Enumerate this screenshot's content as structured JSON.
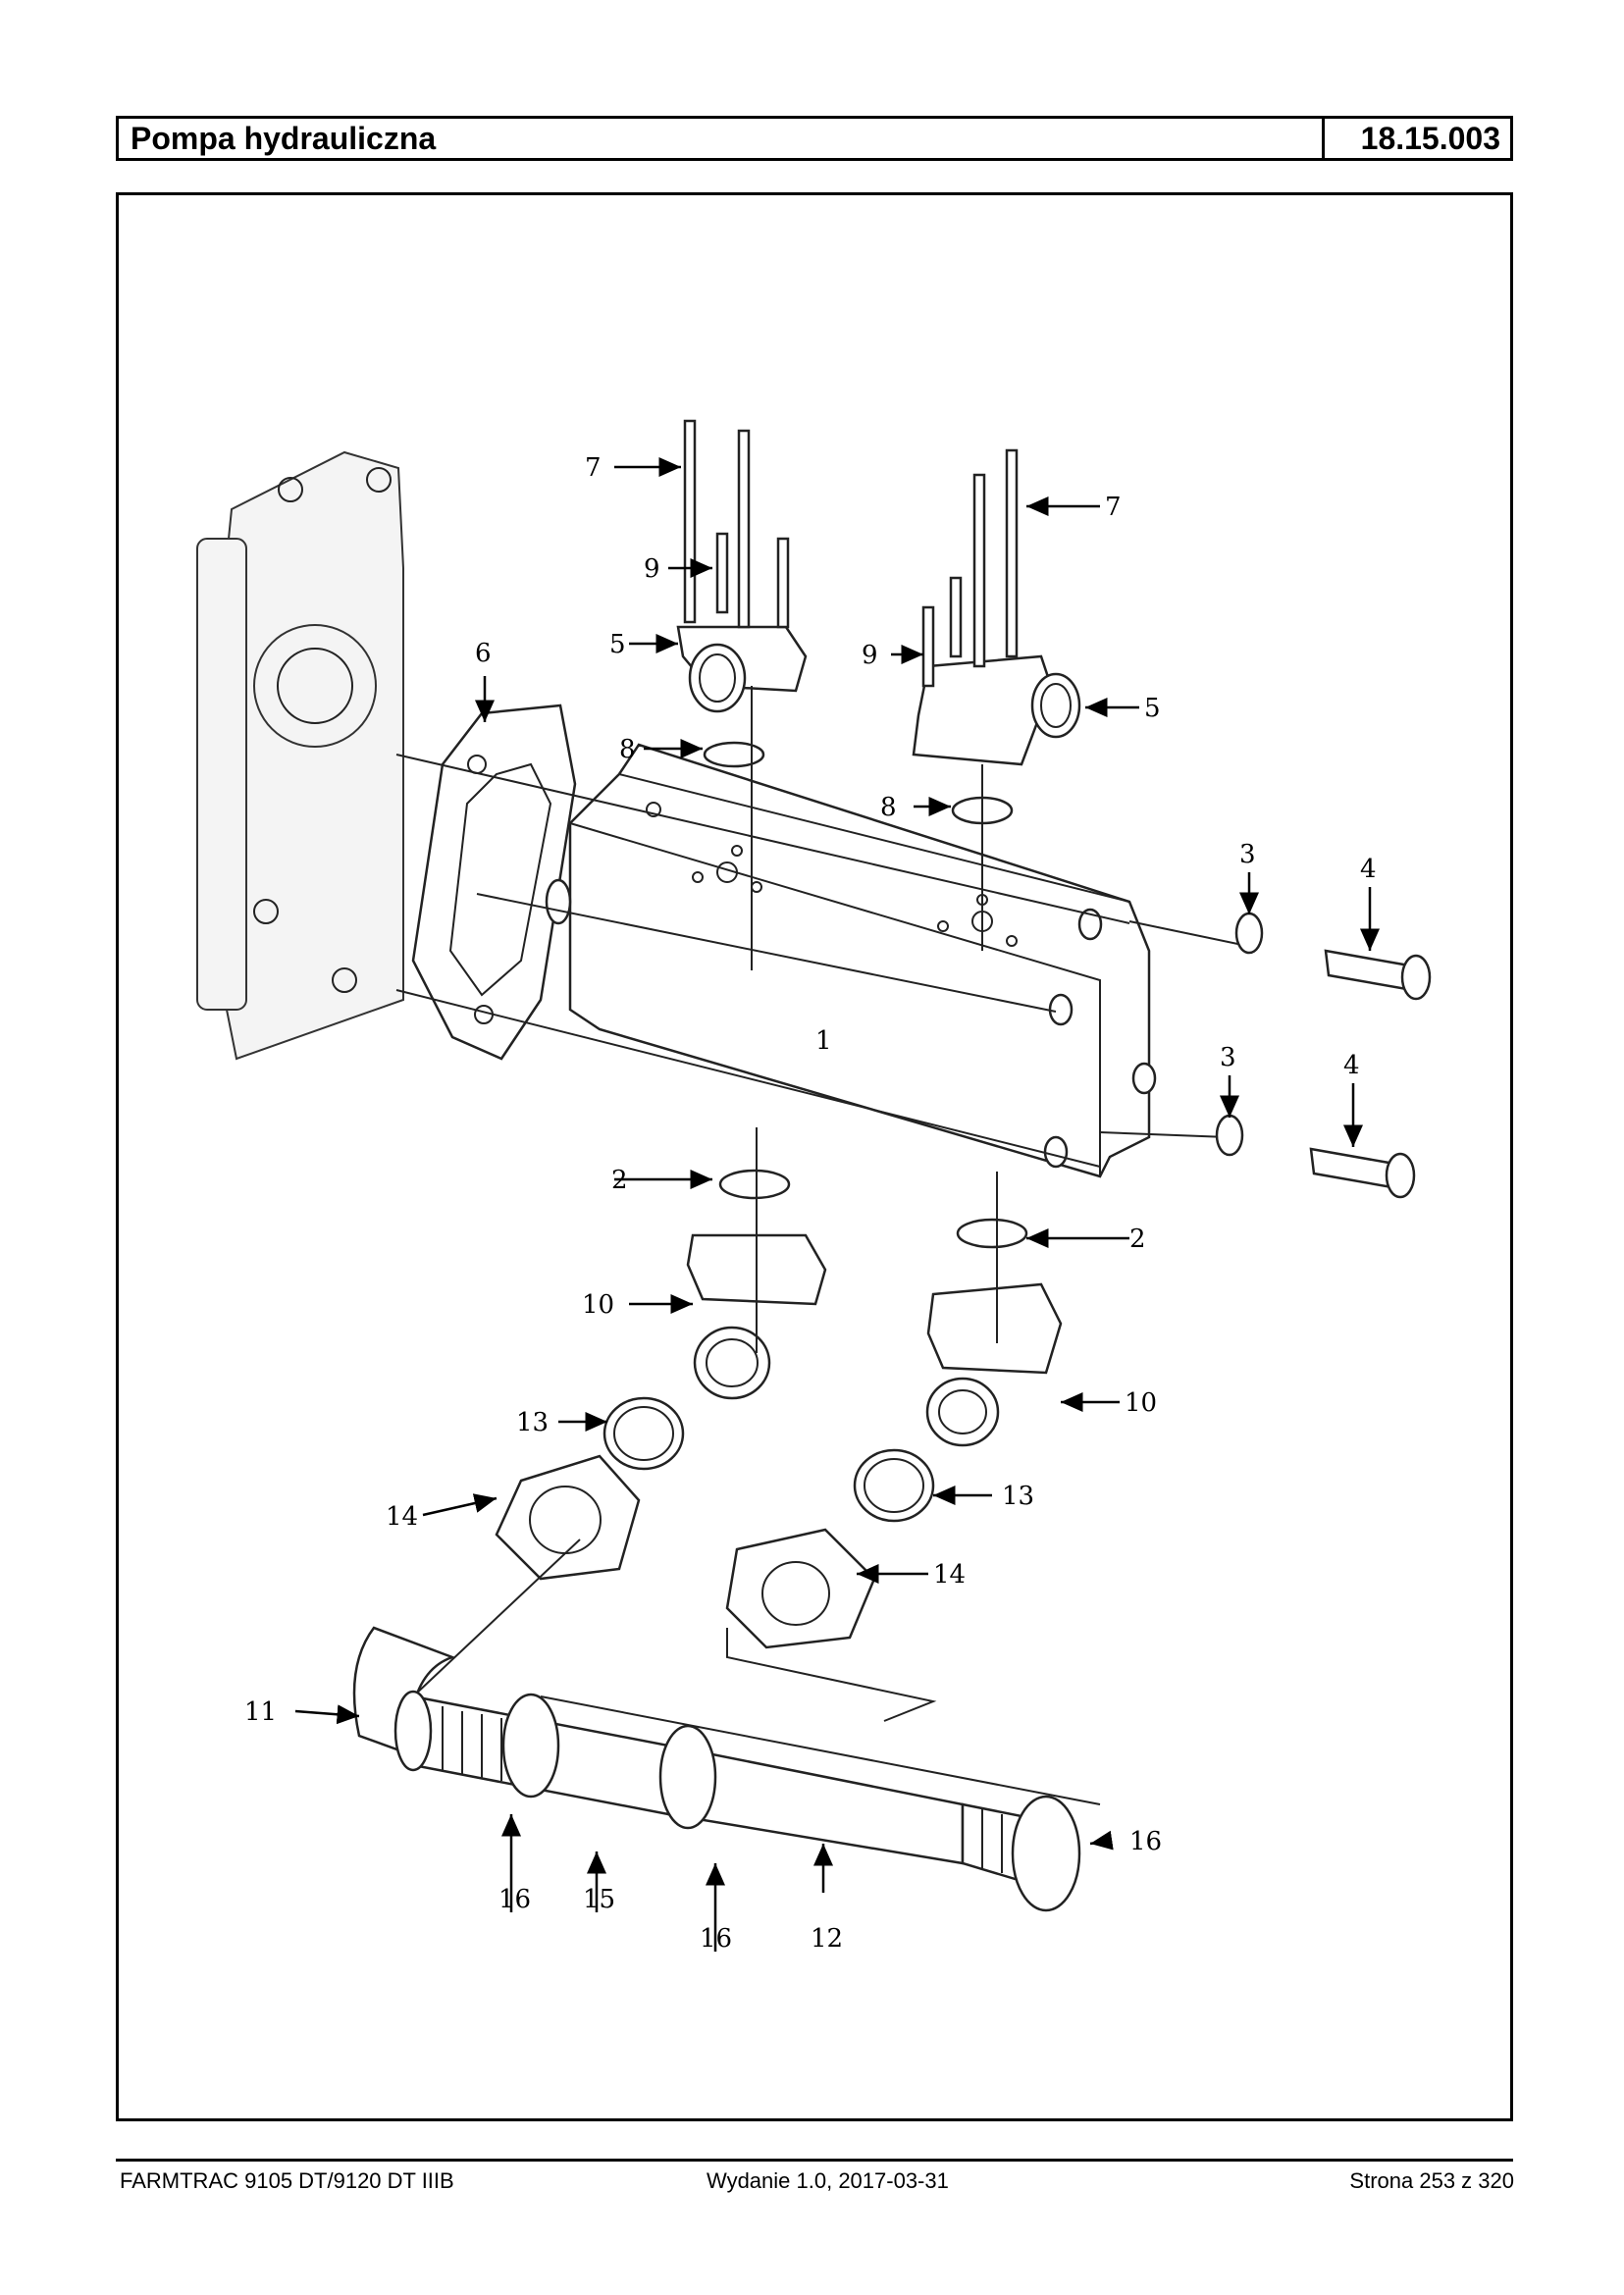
{
  "header": {
    "title": "Pompa hydrauliczna",
    "code": "18.15.003"
  },
  "callouts": {
    "c1": "1",
    "c2a": "2",
    "c2b": "2",
    "c3a": "3",
    "c3b": "3",
    "c4a": "4",
    "c4b": "4",
    "c5a": "5",
    "c5b": "5",
    "c6": "6",
    "c7a": "7",
    "c7b": "7",
    "c8a": "8",
    "c8b": "8",
    "c9a": "9",
    "c9b": "9",
    "c10a": "10",
    "c10b": "10",
    "c11": "11",
    "c12": "12",
    "c13a": "13",
    "c13b": "13",
    "c14a": "14",
    "c14b": "14",
    "c15": "15",
    "c16a": "16",
    "c16b": "16",
    "c16c": "16"
  },
  "footer": {
    "left": "FARMTRAC 9105 DT/9120 DT IIIB",
    "center": "Wydanie 1.0,  2017-03-31",
    "right": "Strona 253 z 320"
  }
}
